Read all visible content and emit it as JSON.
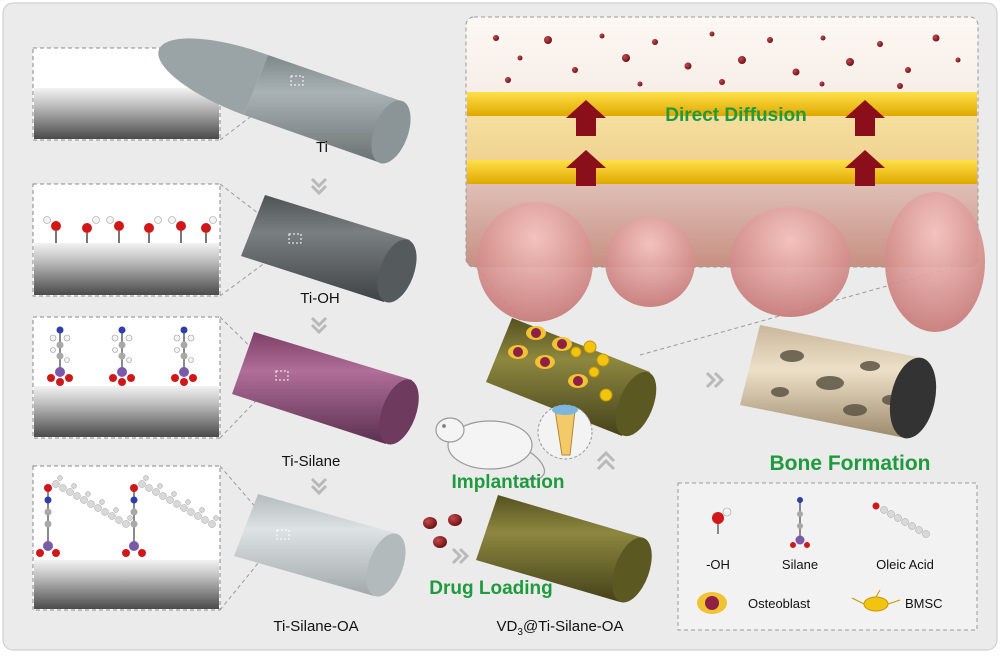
{
  "labels": {
    "ti": "Ti",
    "ti_oh": "Ti-OH",
    "ti_silane": "Ti-Silane",
    "ti_silane_oa": "Ti-Silane-OA",
    "vd3_prefix": "VD",
    "vd3_sub": "3",
    "vd3_suffix": "@Ti-Silane-OA",
    "direct_diffusion": "Direct Diffusion",
    "implantation": "Implantation",
    "drug_loading": "Drug Loading",
    "bone_formation": "Bone Formation"
  },
  "legend": {
    "oh": "-OH",
    "silane": "Silane",
    "oleic_acid": "Oleic Acid",
    "osteoblast": "Osteoblast",
    "bmsc": "BMSC"
  },
  "colors": {
    "green_text": "#1f9a3c",
    "drug_red": "#8b1a1a",
    "ti_gray": "#8f999b",
    "ti_oh_gray": "#5f6466",
    "silane_magenta": "#9a4f7e",
    "oa_light": "#c9d0d2",
    "vd3_olive": "#6f6a2e",
    "membrane_yellow": "#f2c20f"
  }
}
